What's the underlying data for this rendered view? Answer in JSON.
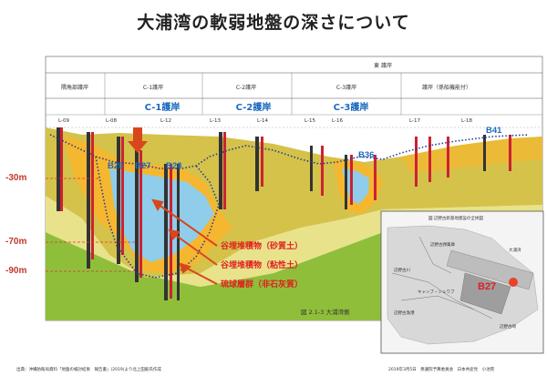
{
  "title": "大浦湾の軟弱地盤の深さについて",
  "header": {
    "top": "東 護岸",
    "zones": [
      "隅角部護岸",
      "C-1護岸",
      "C-2護岸",
      "C-3護岸",
      "護岸（係船機能付）"
    ]
  },
  "boreholes": [
    "L-09",
    "L-08",
    "L-12",
    "L-13",
    "L-14",
    "L-15",
    "L-16",
    "L-17",
    "L-18"
  ],
  "zone_labels": [
    "C-1護岸",
    "C-2護岸",
    "C-3護岸"
  ],
  "bore_points": [
    "B26",
    "B27",
    "B28",
    "B36",
    "B41"
  ],
  "depths": [
    "-30m",
    "-70m",
    "-90m"
  ],
  "legend": [
    "谷埋堆積物（砂質土）",
    "谷埋堆積物（粘性土）",
    "琉球層群（非石灰質）"
  ],
  "figure_caption": "図 2.1-3  大浦湾側",
  "inset": {
    "title": "図  辺野古新基地建設の全体図",
    "marker": "B27",
    "places": [
      "大浦湾",
      "辺野古崎",
      "キャンプ・シュワブ",
      "辺野古弾薬庫",
      "辺野古漁港",
      "辺野古川"
    ]
  },
  "footer": {
    "source": "出典：沖縄防衛局資料「地盤の検討結果　報告書」(2019)より北上田毅氏作成",
    "credit": "2019年3月5日　衆議院予算委員会　日本共産党　小池晃"
  },
  "colors": {
    "title": "#222222",
    "depth": "#c0392b",
    "sand": "#f5b72f",
    "clay": "#8fcdea",
    "ryukyu": "#e8e28a",
    "dots": "#2b3a8c",
    "zone_label": "#1b6bbf",
    "arrow": "#d9461b"
  }
}
